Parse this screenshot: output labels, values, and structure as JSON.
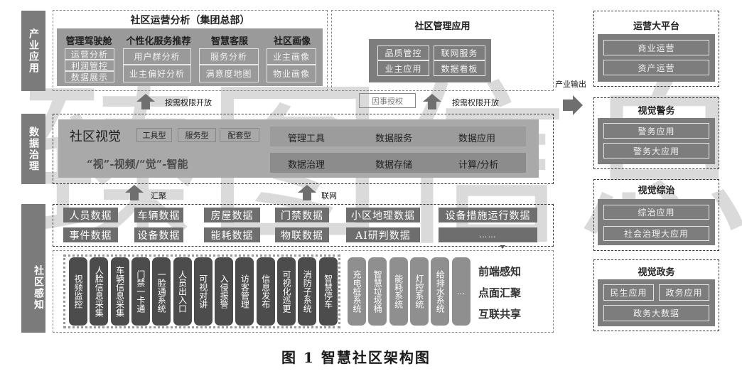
{
  "layers": {
    "industry": "产业应用",
    "governance": "数据治理",
    "perception": "社区感知"
  },
  "top_left": {
    "title": "社区运营分析（集团总部）",
    "columns": [
      {
        "head": "管理驾驶舱",
        "items": [
          "运营分析",
          "利润管控",
          "数据展示"
        ]
      },
      {
        "head": "个性化服务推荐",
        "items": [
          "用户群分析",
          "业主偏好分析"
        ]
      },
      {
        "head": "智慧客服",
        "items": [
          "服务分析",
          "满意度地图"
        ]
      },
      {
        "head": "社区画像",
        "items": [
          "业主画像",
          "物业画像"
        ]
      }
    ]
  },
  "top_mid": {
    "title": "社区管理应用",
    "items": [
      "品质管控",
      "联网服务",
      "业主应用",
      "数据看板"
    ]
  },
  "arrows": {
    "open_left": "按需权限开放",
    "auth": "因事授权",
    "open_right": "按需权限开放",
    "gather": "汇聚",
    "network": "联网",
    "output": "产业输出"
  },
  "governance": {
    "brand": "社区视觉",
    "types": [
      "工具型",
      "服务型",
      "配套型"
    ],
    "slogan": "“视”-视频/“觉”-智能",
    "row1": [
      "管理工具",
      "数据服务",
      "数据应用"
    ],
    "row2": [
      "数据治理",
      "数据存储",
      "计算/分析"
    ]
  },
  "data_rows": [
    [
      "人员数据",
      "车辆数据",
      "房屋数据",
      "门禁数据",
      "小区地理数据",
      "设备措施运行数据"
    ],
    [
      "事件数据",
      "设备数据",
      "能耗数据",
      "物联数据",
      "AI研判数据",
      "……"
    ]
  ],
  "sensors_dark": [
    "视频监控",
    "人脸信息采集",
    "车辆信息采集",
    "门禁一卡通",
    "一脸通系统",
    "人员出入口",
    "可视对讲",
    "入侵报警",
    "访客管理",
    "信息发布",
    "可视化巡更",
    "消防子系统",
    "智慧停车"
  ],
  "sensors_light": [
    "充电桩系统",
    "智慧垃圾桶",
    "能耗系统",
    "灯控系统",
    "给排水系统",
    "…"
  ],
  "perception_notes": [
    "前端感知",
    "点面汇聚",
    "互联共享"
  ],
  "right": [
    {
      "title": "运营大平台",
      "items": [
        "商业运营",
        "资产运营"
      ]
    },
    {
      "title": "视觉警务",
      "items": [
        "警务应用",
        "警务大应用"
      ]
    },
    {
      "title": "视觉综治",
      "items": [
        "综治应用",
        "社会治理大应用"
      ]
    },
    {
      "title": "视觉政务",
      "items": [
        "民生应用",
        "政务应用",
        "政务大数据"
      ]
    }
  ],
  "watermark": "臻图信息",
  "caption": "图 1  智慧社区架构图"
}
